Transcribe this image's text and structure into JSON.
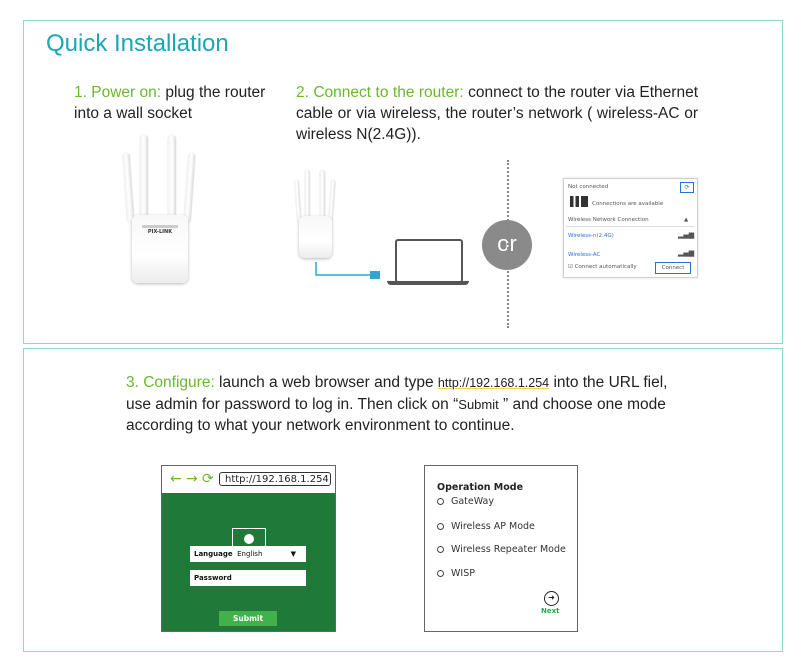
{
  "title": "Quick Installation",
  "step1": {
    "label": "1. Power on:",
    "text": " plug the router into a wall socket"
  },
  "step2": {
    "label": "2. Connect to the  router:",
    "text": " connect  to the  router  via Ethernet  cable or via wireless, the router’s network ( wireless-AC or  wireless N(2.4G))."
  },
  "or_label": "or",
  "wifi": {
    "not_connected": "Not connected",
    "connections": "Connections are available",
    "section": "Wireless Network Connection",
    "net1": "Wireless-n(2.4G)",
    "net2": "Wireless-AC",
    "auto": "Connect automatically",
    "connect_btn": "Connect"
  },
  "step3": {
    "label": "3. Configure:",
    "text_a": " launch a web browser and type ",
    "url": "http://192.168.1.254",
    "text_b": " into the URL fiel,  use admin for password to log in. Then click on “",
    "submit_word": "Submit",
    "text_c": " ” and choose one mode according to what your network environment to continue."
  },
  "browser": {
    "url": "http://192.168.1.254",
    "language_label": "Language",
    "language_value": "English",
    "password_label": "Password",
    "submit": "Submit"
  },
  "opmode": {
    "title": "Operation Mode",
    "items": [
      "GateWay",
      "Wireless AP Mode",
      "Wireless Repeater Mode",
      "WISP"
    ],
    "next": "Next"
  },
  "router_brand": "PIX-LINK",
  "colors": {
    "teal": "#1aa7b5",
    "green": "#6ab82c",
    "page_green": "#1f7a39",
    "border": "#8fd6d0"
  }
}
